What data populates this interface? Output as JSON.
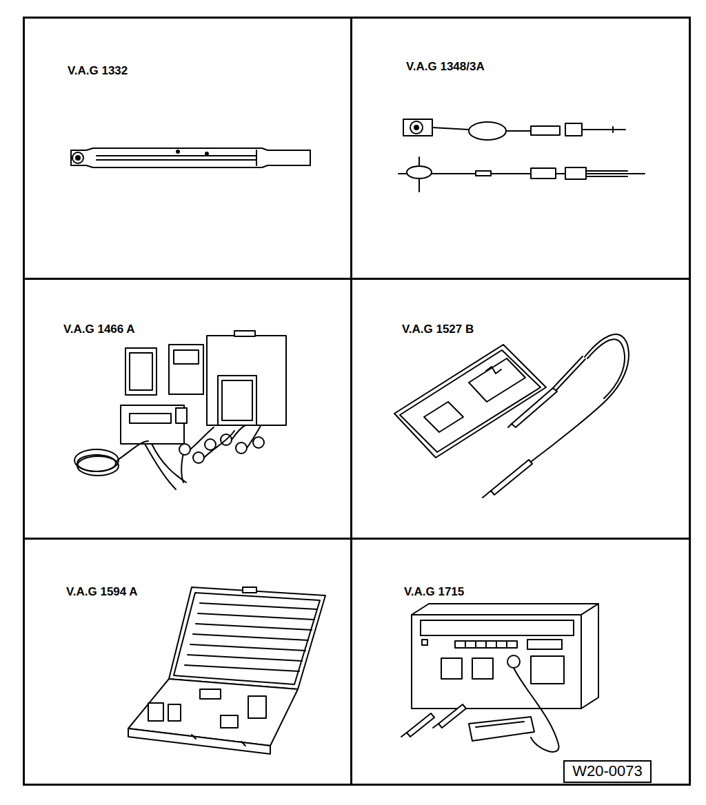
{
  "diagram": {
    "nodes": [
      {
        "text": [
          "V.A.G 1332"
        ]
      },
      {
        "text": [
          "V.A.G 1348/3A"
        ]
      },
      {
        "text": [
          "V.A.G 1466 A"
        ]
      },
      {
        "text": [
          "V.A.G 1527 B"
        ]
      },
      {
        "text": [
          "V.A.G 1594 A"
        ]
      },
      {
        "text": [
          "V.A.G 1715"
        ]
      },
      {
        "text": [
          "W20-0073"
        ],
        "in": 5
      }
    ]
  }
}
